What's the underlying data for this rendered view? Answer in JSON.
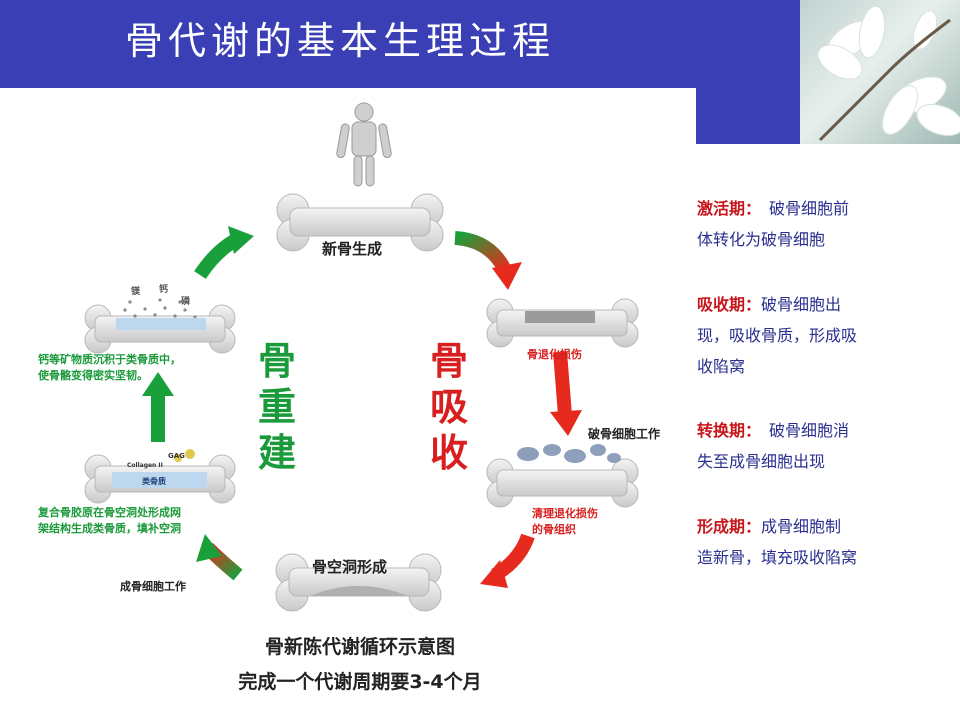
{
  "title": "骨代谢的基本生理过程",
  "diagram": {
    "new_bone": "新骨生成",
    "bone_degeneration": "骨退化损伤",
    "osteoclast_work": "破骨细胞工作",
    "clean_bone": [
      "清理退化损伤",
      "的骨组织"
    ],
    "cavity": "骨空洞形成",
    "osteoblast_work": "成骨细胞工作",
    "collagen_text": [
      "复合骨胶原在骨空洞处形成网",
      "架结构生成类骨质，填补空洞"
    ],
    "mineral_text": [
      "钙等矿物质沉积于类骨质中，",
      "使骨骼变得密实坚韧。"
    ],
    "resorption": [
      "骨",
      "吸",
      "收"
    ],
    "rebuild": [
      "骨",
      "重",
      "建"
    ],
    "minerals": [
      "镁",
      "钙",
      "磷"
    ],
    "gag": "GAG",
    "collagen_label": "Collagen II",
    "osteoid_label": "类骨质",
    "caption": [
      "骨新陈代谢循环示意图",
      "完成一个代谢周期要3-4个月"
    ]
  },
  "phases": [
    {
      "name": "激活期：",
      "text": [
        "　破骨细胞前",
        "体转化为破骨细胞"
      ]
    },
    {
      "name": "吸收期：",
      "text": [
        "破骨细胞出",
        "现，吸收骨质，形成吸",
        "收陷窝"
      ]
    },
    {
      "name": "转换期：",
      "text": [
        "　破骨细胞消",
        "失至成骨细胞出现"
      ]
    },
    {
      "name": "形成期：",
      "text": [
        "成骨细胞制",
        "造新骨，填充吸收陷窝"
      ]
    }
  ]
}
